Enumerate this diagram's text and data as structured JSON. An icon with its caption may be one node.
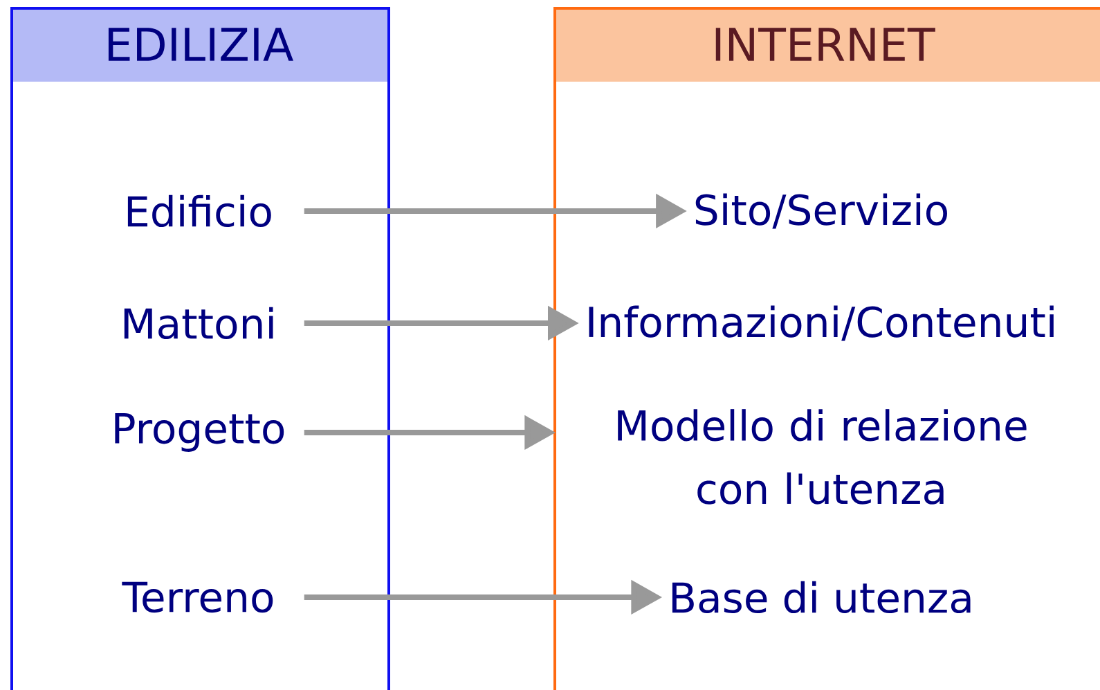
{
  "diagram": {
    "nodes": [
      {
        "text": [
          "EDILIZIA"
        ]
      },
      {
        "text": [
          "INTERNET"
        ]
      },
      {
        "text": [
          "Edificio"
        ],
        "in": 0
      },
      {
        "text": [
          "Mattoni"
        ],
        "in": 0
      },
      {
        "text": [
          "Progetto"
        ],
        "in": 0
      },
      {
        "text": [
          "Terreno"
        ],
        "in": 0
      },
      {
        "text": [
          "Sito/Servizio"
        ],
        "in": 1
      },
      {
        "text": [
          "Informazioni/Contenuti"
        ],
        "in": 1
      },
      {
        "text": [
          "Modello di relazione con l'utenza"
        ],
        "in": 1
      },
      {
        "text": [
          "Base di utenza"
        ],
        "in": 1
      }
    ],
    "edges": [
      {
        "from": 2,
        "to": 6,
        "arrow": "to"
      },
      {
        "from": 3,
        "to": 7,
        "arrow": "to"
      },
      {
        "from": 4,
        "to": 8,
        "arrow": "to"
      },
      {
        "from": 5,
        "to": 9,
        "arrow": "to"
      }
    ]
  }
}
